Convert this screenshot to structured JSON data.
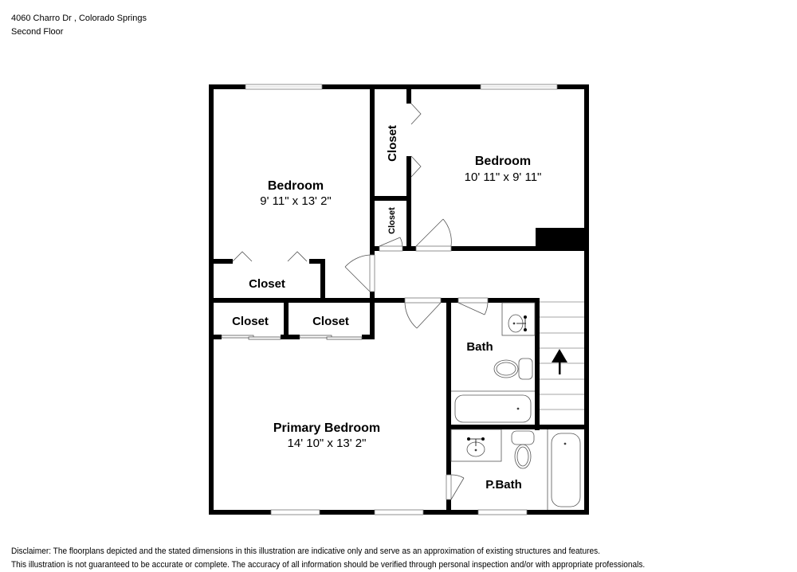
{
  "header": {
    "address": "4060 Charro Dr , Colorado Springs",
    "floor": "Second Floor"
  },
  "rooms": {
    "bedroom_west": {
      "label": "Bedroom",
      "dimensions": "9' 11\" x 13' 2\""
    },
    "bedroom_east": {
      "label": "Bedroom",
      "dimensions": "10' 11\" x 9' 11\""
    },
    "primary_bedroom": {
      "label": "Primary Bedroom",
      "dimensions": "14' 10\" x 13' 2\""
    },
    "closet_vertical_large": {
      "label": "Closet"
    },
    "closet_vertical_small": {
      "label": "Closet"
    },
    "closet_bedroom_west": {
      "label": "Closet"
    },
    "closet_primary_left": {
      "label": "Closet"
    },
    "closet_primary_right": {
      "label": "Closet"
    },
    "bath": {
      "label": "Bath"
    },
    "primary_bath": {
      "label": "P.Bath"
    }
  },
  "stairs": {
    "direction": "up"
  },
  "colors": {
    "wall": "#000000",
    "fixture_line": "#666666",
    "background": "#ffffff"
  },
  "disclaimer": {
    "line1": "Disclaimer: The floorplans depicted and the stated dimensions in this illustration are indicative only and serve as an approximation of existing structures and features.",
    "line2": "This illustration is not guaranteed to be accurate or complete. The accuracy of all information should be verified through personal inspection and/or with appropriate professionals."
  }
}
